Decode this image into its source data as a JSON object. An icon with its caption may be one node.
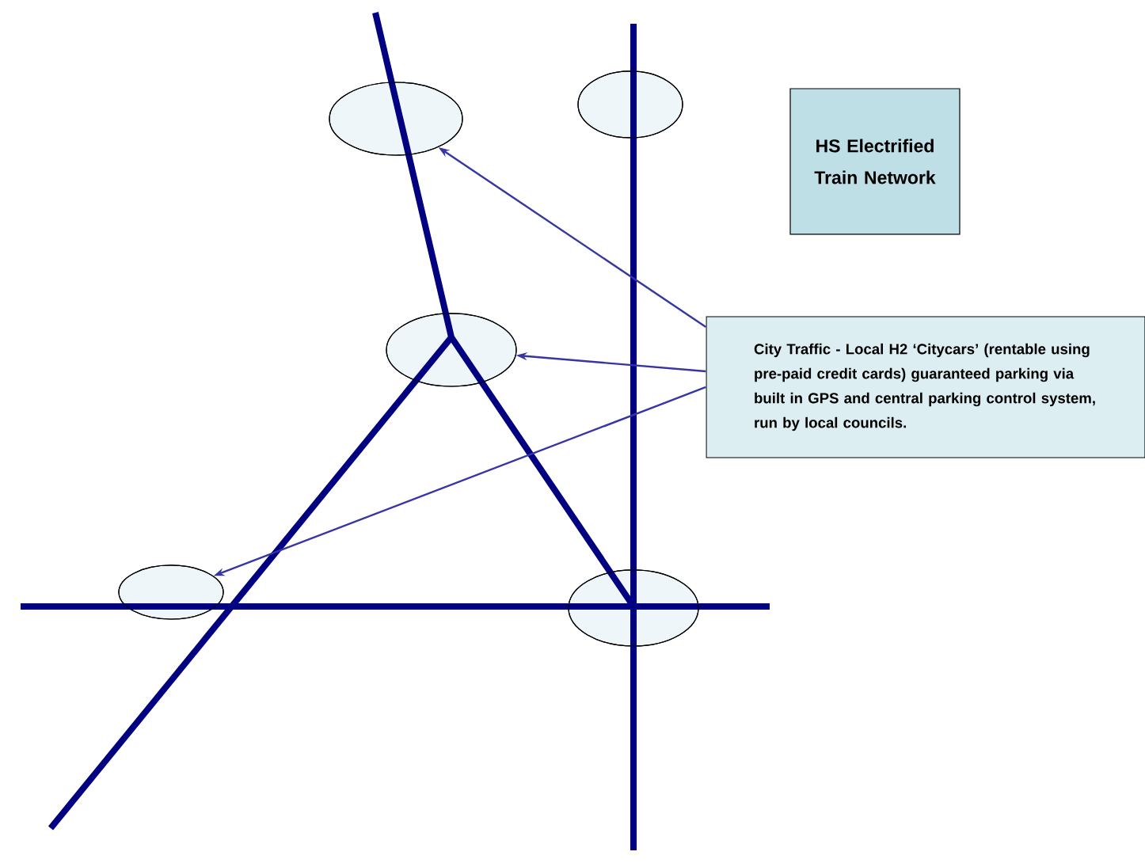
{
  "diagram": {
    "nodes": [
      {
        "text": [],
        "shape": "ellipse"
      },
      {
        "text": [],
        "shape": "ellipse"
      },
      {
        "text": [
          "HS Electrified Train Network"
        ]
      },
      {
        "text": [],
        "shape": "ellipse"
      },
      {
        "text": [
          "City Traffic - Local H2 ‘Citycars’ (rentable using pre-paid credit cards) guaranteed parking via built in GPS and central parking control system, run by local councils."
        ]
      },
      {
        "text": [],
        "shape": "ellipse"
      },
      {
        "text": [],
        "shape": "ellipse"
      }
    ],
    "edges": [
      {
        "from": 4,
        "to": 0,
        "arrow": "to"
      },
      {
        "from": 4,
        "to": 3,
        "arrow": "to"
      },
      {
        "from": 4,
        "to": 5,
        "arrow": "to"
      }
    ]
  }
}
